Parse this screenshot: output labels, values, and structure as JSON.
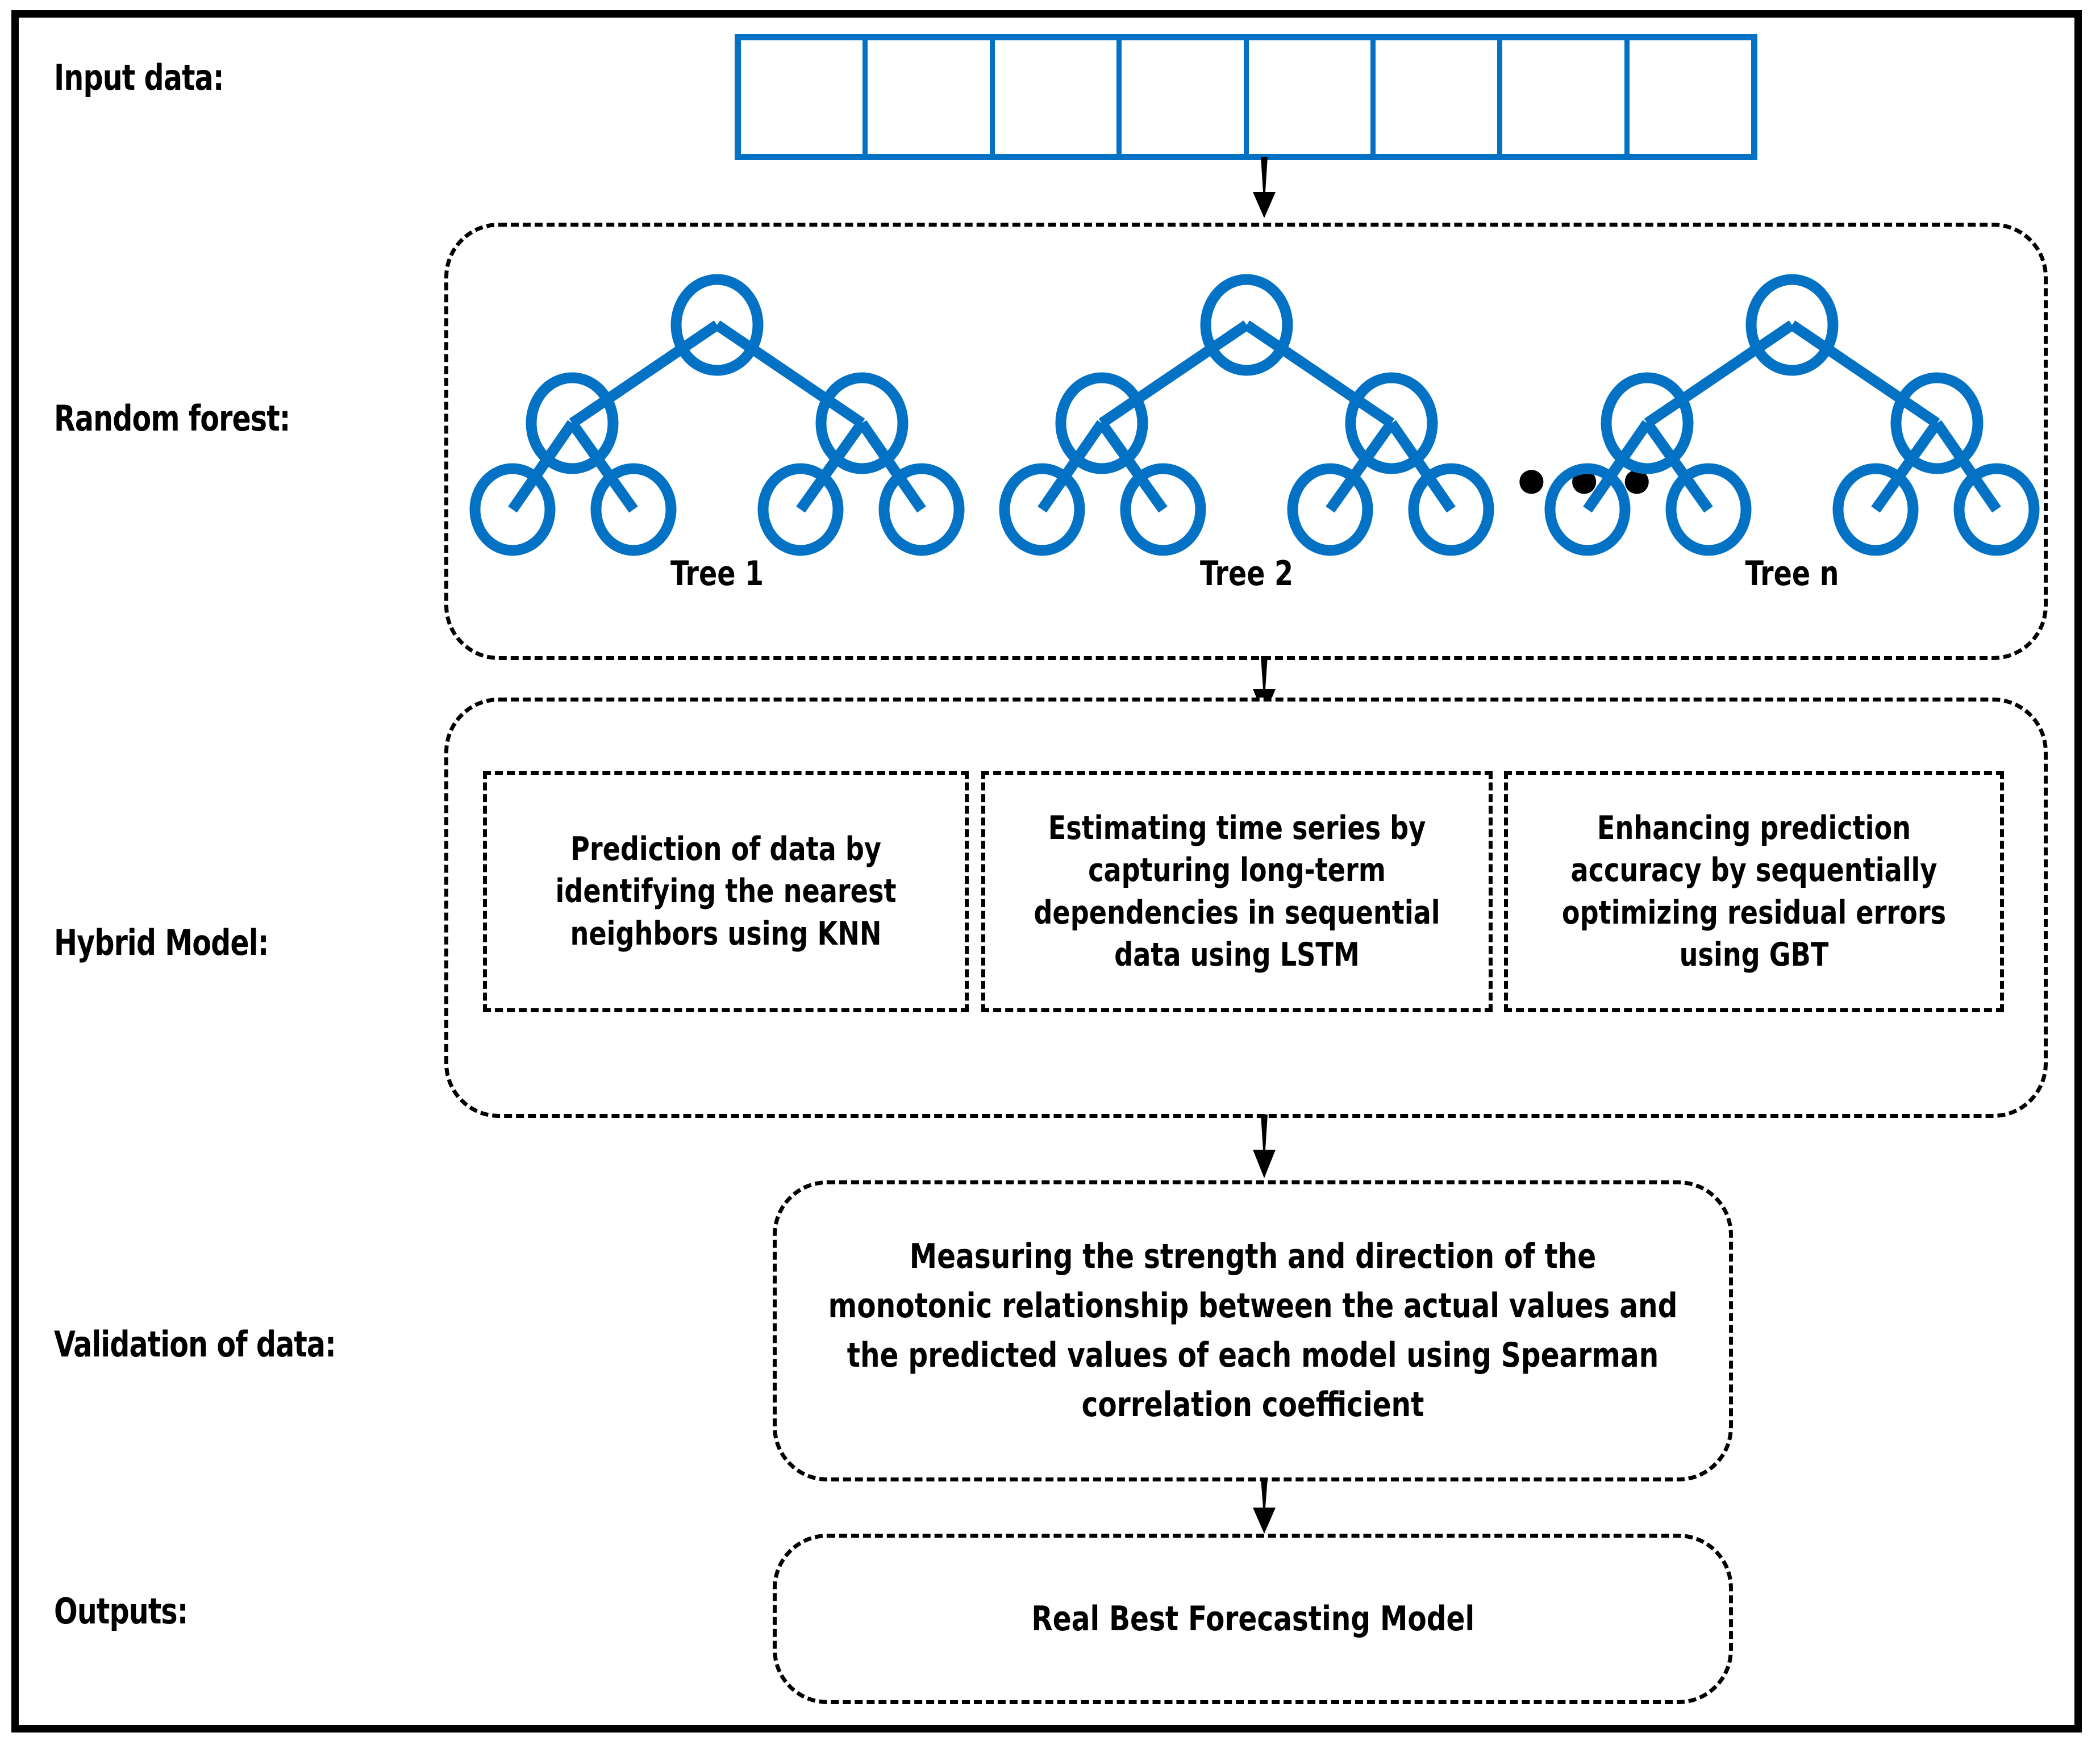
{
  "diagram": {
    "title": "Hybrid forecasting model pipeline",
    "accent_color": "#0472C4",
    "frame_color": "#000000",
    "background": "#FFFFFF"
  },
  "rows": [
    {
      "key": "input",
      "label": "Input data:"
    },
    {
      "key": "forest",
      "label": "Random forest:"
    },
    {
      "key": "hybrid",
      "label": "Hybrid Model:"
    },
    {
      "key": "validation",
      "label": "Validation of data:"
    },
    {
      "key": "outputs",
      "label": "Outputs:"
    }
  ],
  "input_data": {
    "cell_count": 8,
    "cells": [
      "",
      "",
      "",
      "",
      "",
      "",
      "",
      ""
    ],
    "border_color": "#0472C4"
  },
  "random_forest": {
    "ellipsis": "•••",
    "node_color": "#0472C4",
    "tree_node_counts": {
      "root": 1,
      "level2": 2,
      "leaves": 4
    },
    "trees": [
      {
        "label": "Tree 1"
      },
      {
        "label": "Tree 2"
      },
      {
        "label": "Tree n"
      }
    ]
  },
  "hybrid_model": {
    "boxes": [
      {
        "name": "knn",
        "text": "Prediction of data by identifying the nearest neighbors using KNN"
      },
      {
        "name": "lstm",
        "text": "Estimating time series by capturing long-term dependencies in sequential data using LSTM"
      },
      {
        "name": "gbt",
        "text": "Enhancing prediction accuracy by sequentially optimizing residual errors using GBT"
      }
    ]
  },
  "validation": {
    "text": "Measuring the strength and direction of the monotonic relationship between the actual values and the predicted values of each model using Spearman correlation coefficient"
  },
  "outputs": {
    "text": "Real Best Forecasting Model"
  },
  "arrows": [
    {
      "from": "input",
      "to": "forest"
    },
    {
      "from": "forest",
      "to": "hybrid"
    },
    {
      "from": "hybrid",
      "to": "validation"
    },
    {
      "from": "validation",
      "to": "outputs"
    }
  ]
}
